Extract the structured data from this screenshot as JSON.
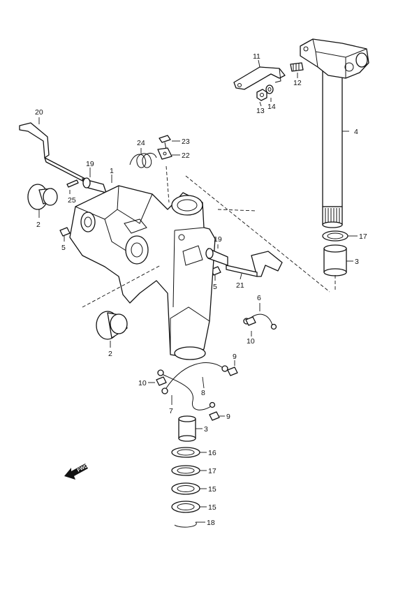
{
  "callouts": {
    "n1": "1",
    "n2a": "2",
    "n2b": "2",
    "n3a": "3",
    "n3b": "3",
    "n4": "4",
    "n5a": "5",
    "n5b": "5",
    "n6": "6",
    "n7": "7",
    "n8": "8",
    "n9a": "9",
    "n9b": "9",
    "n10a": "10",
    "n10b": "10",
    "n11": "11",
    "n12": "12",
    "n13": "13",
    "n14": "14",
    "n15a": "15",
    "n15b": "15",
    "n16": "16",
    "n17a": "17",
    "n17b": "17",
    "n18": "18",
    "n19a": "19",
    "n19b": "19",
    "n20": "20",
    "n21": "21",
    "n22": "22",
    "n23": "23",
    "n24": "24",
    "n25": "25"
  },
  "fwd_label": "FWD"
}
